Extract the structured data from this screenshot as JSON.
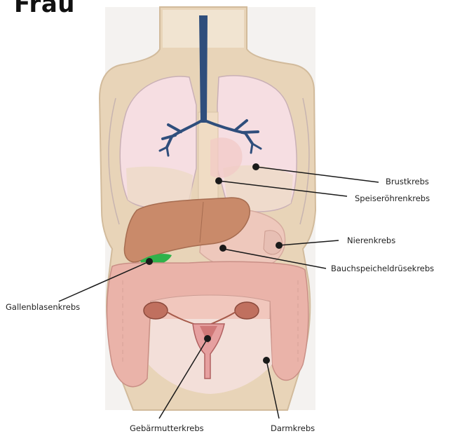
{
  "title": "Frau",
  "labels": {
    "brust": "Brustkrebs",
    "speiseroehre": "Speiseröhrenkrebs",
    "niere": "Nierenkrebs",
    "bauchspeicheldruese": "Bauchspeicheldrüsekrebs",
    "gallenblase": "Gallenblasenkrebs",
    "gebaermutter": "Gebärmutterkrebs",
    "darm": "Darmkrebs"
  },
  "colors": {
    "torso": "#e9d8bf",
    "lungs": "#f5dde0",
    "liver": "#c98a6a",
    "intestine": "#eab3a9",
    "trachea": "#2f4e7c",
    "gallbladder": "#2fb24a",
    "marker": "#1a1a1a"
  }
}
